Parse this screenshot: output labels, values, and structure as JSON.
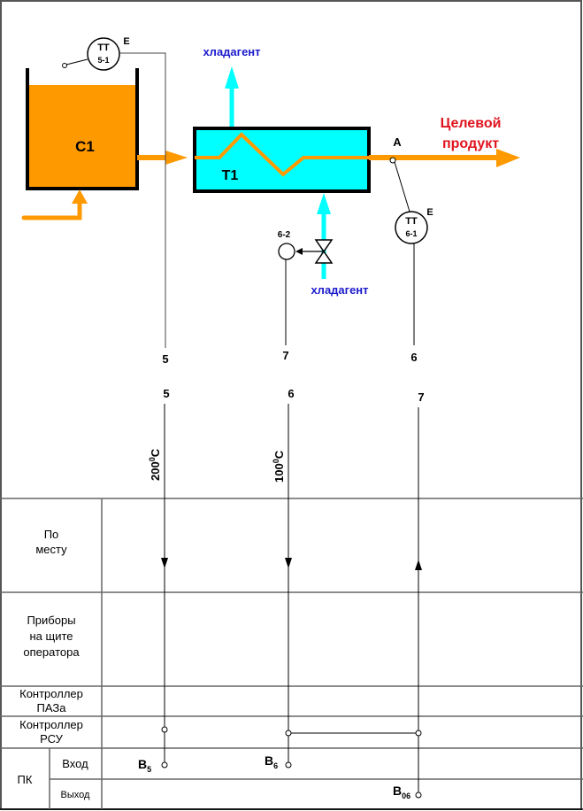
{
  "colors": {
    "product": "#ff9900",
    "coolant": "#00ffff",
    "coolant_text": "#1a1acc",
    "target_text": "#e0141e",
    "line": "#000000",
    "grid": "#666666"
  },
  "equipment": {
    "tank": {
      "label": "C1"
    },
    "heat_exchanger": {
      "label": "T1"
    }
  },
  "streams": {
    "coolant_out": "хладагент",
    "coolant_in": "хладагент",
    "target_product_line1": "Целевой",
    "target_product_line2": "продукт",
    "point_a": "A"
  },
  "instruments": {
    "tt_5_1": {
      "func": "TT",
      "tag": "5-1",
      "mark": "E"
    },
    "tt_6_1": {
      "func": "TT",
      "tag": "6-1",
      "mark": "E"
    },
    "valve_actuator": {
      "tag": "6-2"
    }
  },
  "lines": {
    "upper_numbers": [
      "5",
      "7",
      "6"
    ],
    "lower_numbers": [
      "5",
      "6",
      "7"
    ],
    "ranges": [
      "200",
      "100"
    ],
    "range_unit": "C",
    "range_sup": "0"
  },
  "table": {
    "rows": [
      {
        "label_lines": [
          "По",
          "месту"
        ]
      },
      {
        "label_lines": [
          "Приборы",
          "на щите",
          "оператора"
        ]
      },
      {
        "label_lines": [
          "Контроллер",
          "ПАЗа"
        ]
      },
      {
        "label_lines": [
          "Контроллер",
          "РСУ"
        ]
      }
    ],
    "pk": {
      "label": "ПК",
      "input": "Вход",
      "output": "Выход"
    },
    "signals": [
      {
        "letter": "B",
        "sub": "5"
      },
      {
        "letter": "B",
        "sub": "6"
      },
      {
        "letter": "B",
        "sub": "06"
      }
    ]
  }
}
